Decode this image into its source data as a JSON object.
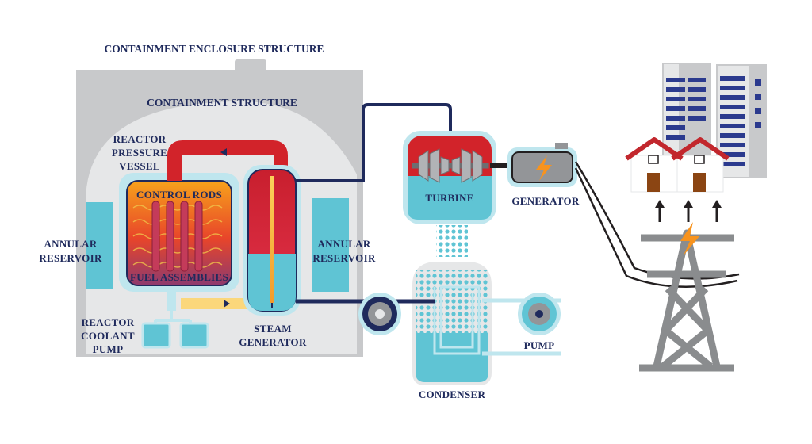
{
  "labels": {
    "containment_enclosure": "CONTAINMENT ENCLOSURE STRUCTURE",
    "containment_structure": "CONTAINMENT STRUCTURE",
    "reactor_pressure_vessel": [
      "REACTOR",
      "PRESSURE",
      "VESSEL"
    ],
    "control_rods": "CONTROL RODS",
    "fuel_assemblies": "FUEL ASSEMBLIES",
    "annular_reservoir_left": [
      "ANNULAR",
      "RESERVOIR"
    ],
    "annular_reservoir_right": [
      "ANNULAR",
      "RESERVOIR"
    ],
    "reactor_coolant_pump": [
      "REACTOR",
      "COOLANT",
      "PUMP"
    ],
    "steam_generator": [
      "STEAM",
      "GENERATOR"
    ],
    "turbine": "TURBINE",
    "generator": "GENERATOR",
    "condenser": "CONDENSER",
    "pump": "PUMP"
  },
  "colors": {
    "enclosure_gray": "#c8c9cb",
    "dome_light": "#e6e7e8",
    "water_cyan": "#5fc4d4",
    "hot_red": "#d2232a",
    "pipe_navy": "#1f2a5c",
    "label_navy": "#1f2a5c",
    "tower_gray": "#8a8c8e",
    "roof_red": "#c2272d",
    "bolt_orange": "#f7931e"
  }
}
